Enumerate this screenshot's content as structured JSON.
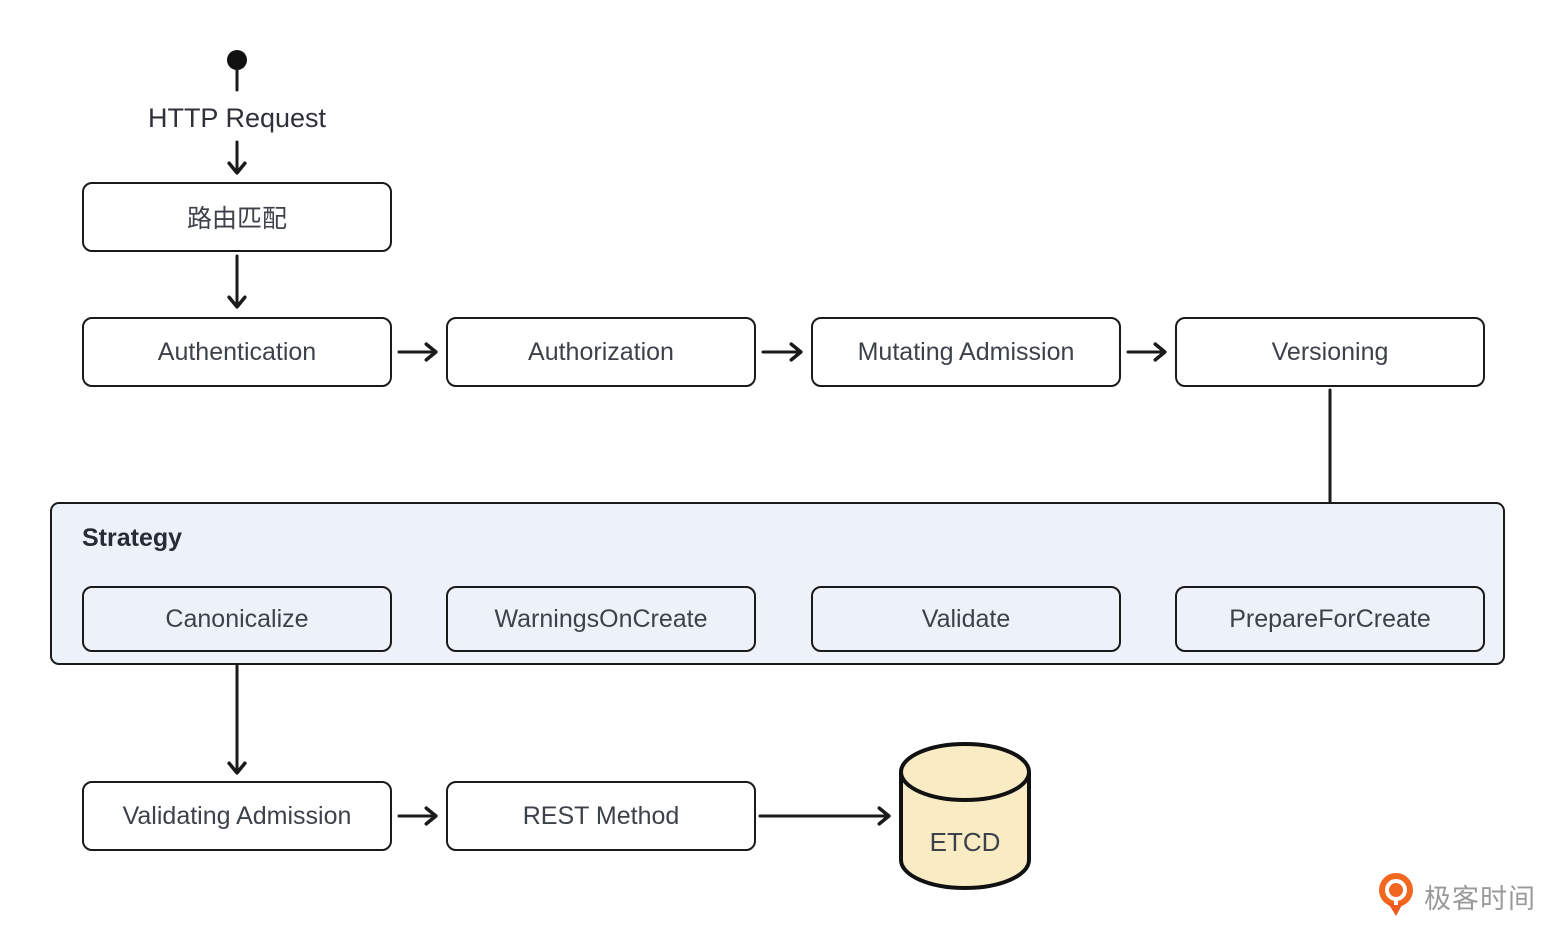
{
  "diagram": {
    "start": {
      "label": "HTTP Request"
    },
    "nodes": {
      "route": {
        "label": "路由匹配"
      },
      "authentication": {
        "label": "Authentication"
      },
      "authorization": {
        "label": "Authorization"
      },
      "mutating_admission": {
        "label": "Mutating Admission"
      },
      "versioning": {
        "label": "Versioning"
      },
      "prepare_for_create": {
        "label": "PrepareForCreate"
      },
      "validate": {
        "label": "Validate"
      },
      "warnings_on_create": {
        "label": "WarningsOnCreate"
      },
      "canonicalize": {
        "label": "Canonicalize"
      },
      "validating_admission": {
        "label": "Validating Admission"
      },
      "rest_method": {
        "label": "REST Method"
      },
      "etcd": {
        "label": "ETCD"
      }
    },
    "strategy_group": {
      "title": "Strategy"
    },
    "colors": {
      "box_border": "#1a1a1a",
      "box_fill": "#ffffff",
      "strategy_fill": "#edf1fa",
      "etcd_fill": "#f9ebc4",
      "text": "#3d424a",
      "logo_orange": "#f2671f",
      "logo_text_gray": "#9a9a9a"
    },
    "watermark": {
      "text": "极客时间",
      "icon": "geektime-logo-icon"
    }
  }
}
